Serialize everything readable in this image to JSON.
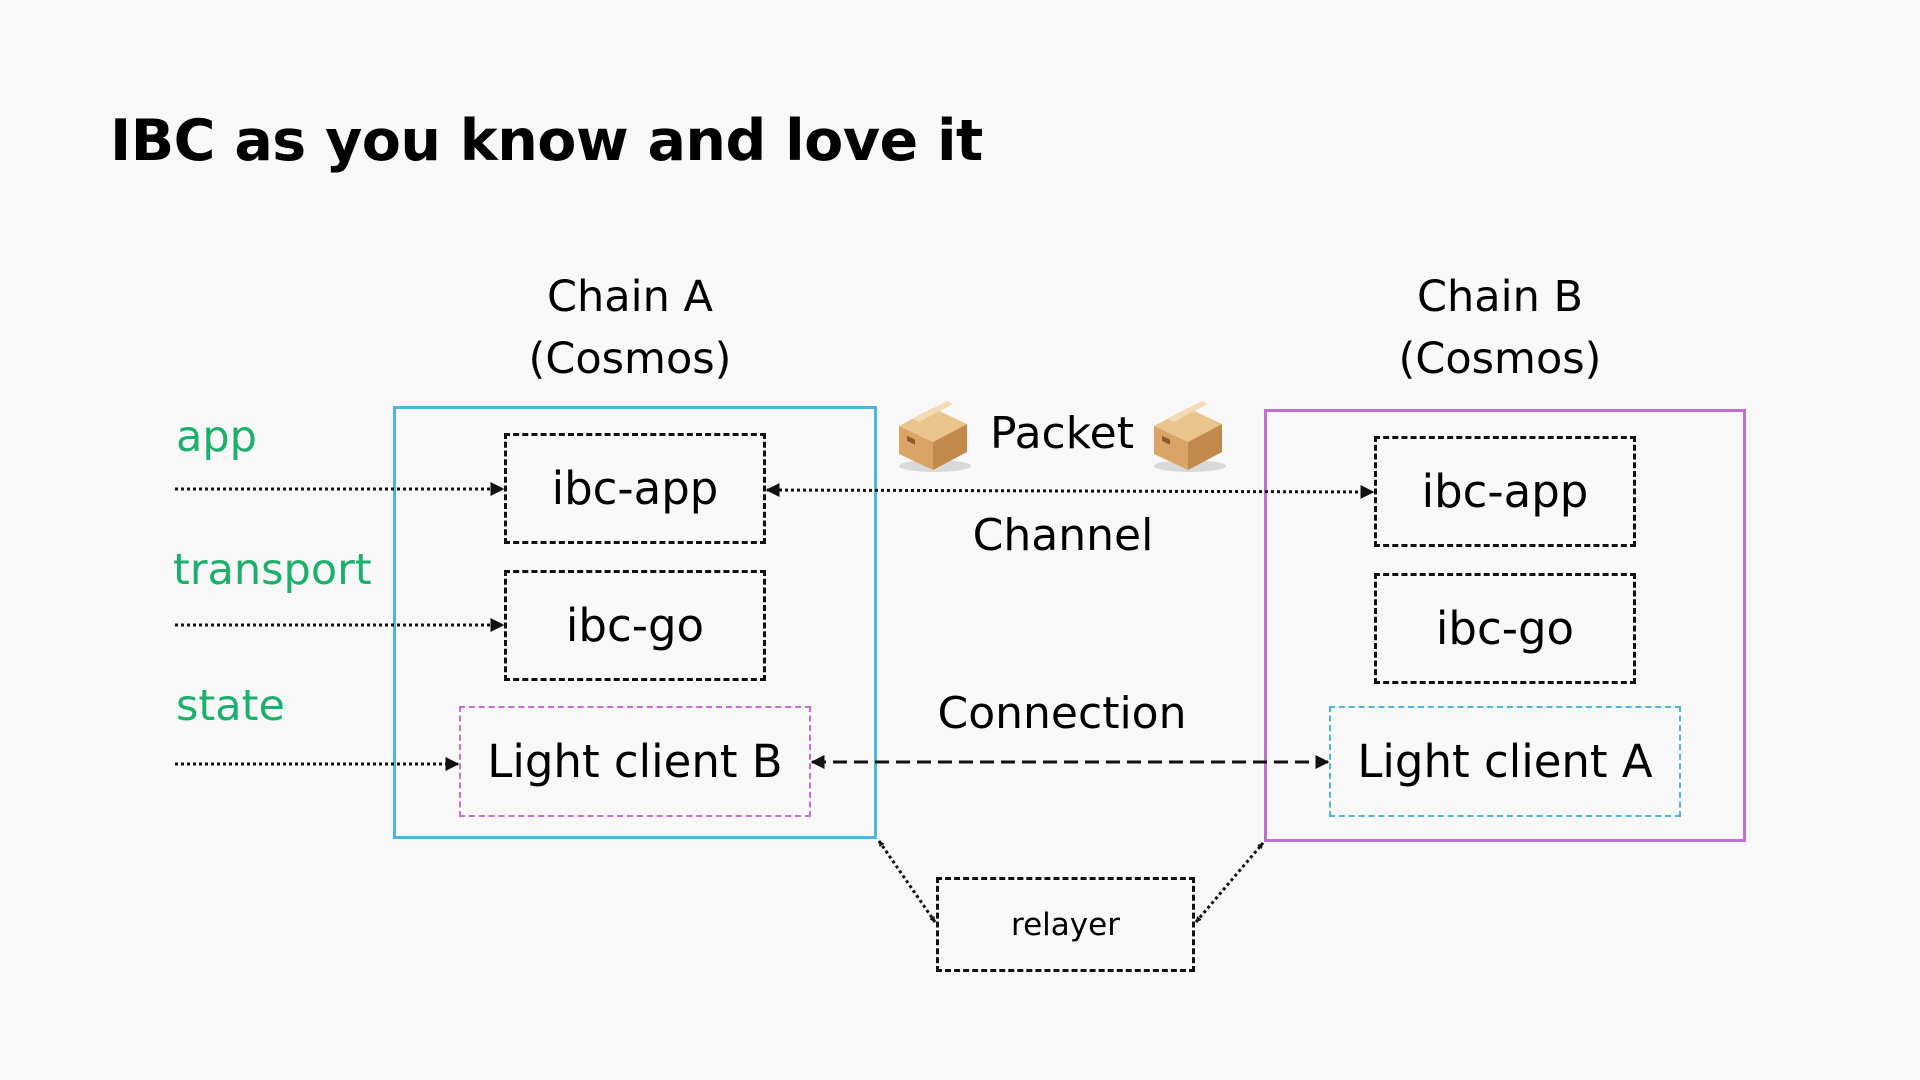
{
  "title": "IBC as you know and love it",
  "chain_a": {
    "name": "Chain A",
    "type": "(Cosmos)",
    "border_color": "#4bb6df",
    "modules": {
      "app": "ibc-app",
      "core": "ibc-go",
      "light_client": "Light client B"
    },
    "light_client_border_color": "#c56fd6"
  },
  "chain_b": {
    "name": "Chain B",
    "type": "(Cosmos)",
    "border_color": "#bf6fd0",
    "modules": {
      "app": "ibc-app",
      "core": "ibc-go",
      "light_client": "Light client A"
    },
    "light_client_border_color": "#4bb6df"
  },
  "layers": {
    "app": "app",
    "transport": "transport",
    "state": "state",
    "color": "#1db06d"
  },
  "packet": {
    "label": "Packet",
    "icon": "package-icon"
  },
  "channel_label": "Channel",
  "connection_label": "Connection",
  "relayer_label": "relayer"
}
